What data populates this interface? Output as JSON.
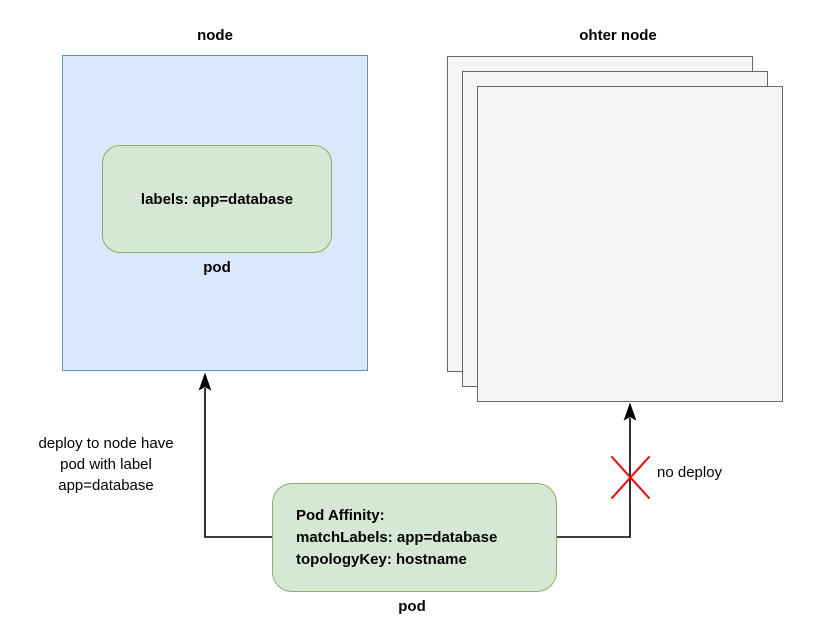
{
  "left_node": {
    "title": "node",
    "pod": {
      "label": "labels: app=database",
      "caption": "pod"
    }
  },
  "right_node": {
    "title": "ohter node",
    "stack_count": 3
  },
  "affinity_pod": {
    "lines": [
      "Pod Affinity:",
      "matchLabels: app=database",
      "topologyKey: hostname"
    ],
    "caption": "pod"
  },
  "annotations": {
    "deploy": "deploy to node have\npod with label\napp=database",
    "no_deploy": "no deploy"
  },
  "colors": {
    "node_fill": "#dae8fc",
    "node_stroke": "#6c8ebf",
    "pod_fill": "#d5e8d4",
    "pod_stroke": "#82b366",
    "other_node_fill": "#f5f5f5",
    "other_node_stroke": "#666666",
    "arrow": "#000000",
    "cross": "#ff0000"
  }
}
